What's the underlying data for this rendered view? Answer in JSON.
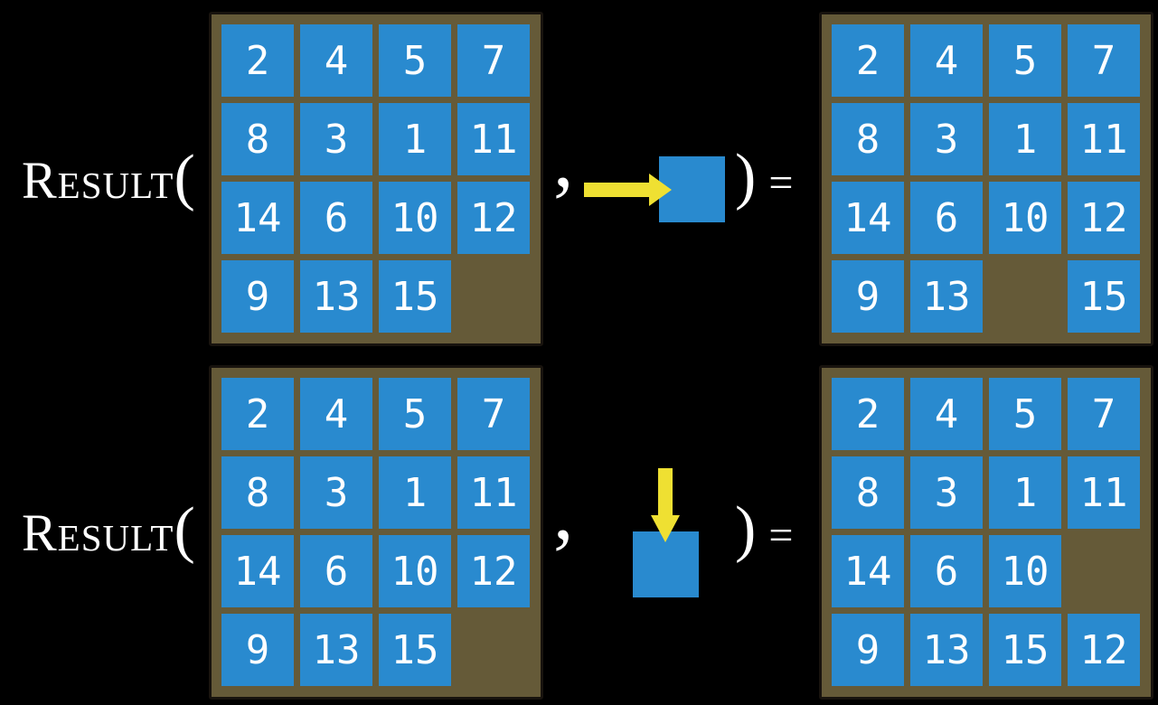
{
  "function_label": {
    "name": "Result",
    "open_paren": "(",
    "comma": ",",
    "close_paren": ")",
    "equals": "="
  },
  "colors": {
    "background": "#000000",
    "board_bg": "#655A38",
    "board_border": "#18130E",
    "tile_blue": "#298ACF",
    "tile_text": "#FFFFFF",
    "arrow_yellow": "#EFE032",
    "label_text": "#FFFFFF"
  },
  "examples": [
    {
      "action_direction": "right",
      "input_board": [
        [
          2,
          4,
          5,
          7
        ],
        [
          8,
          3,
          1,
          11
        ],
        [
          14,
          6,
          10,
          12
        ],
        [
          9,
          13,
          15,
          null
        ]
      ],
      "output_board": [
        [
          2,
          4,
          5,
          7
        ],
        [
          8,
          3,
          1,
          11
        ],
        [
          14,
          6,
          10,
          12
        ],
        [
          9,
          13,
          null,
          15
        ]
      ]
    },
    {
      "action_direction": "down",
      "input_board": [
        [
          2,
          4,
          5,
          7
        ],
        [
          8,
          3,
          1,
          11
        ],
        [
          14,
          6,
          10,
          12
        ],
        [
          9,
          13,
          15,
          null
        ]
      ],
      "output_board": [
        [
          2,
          4,
          5,
          7
        ],
        [
          8,
          3,
          1,
          11
        ],
        [
          14,
          6,
          10,
          null
        ],
        [
          9,
          13,
          15,
          12
        ]
      ]
    }
  ]
}
